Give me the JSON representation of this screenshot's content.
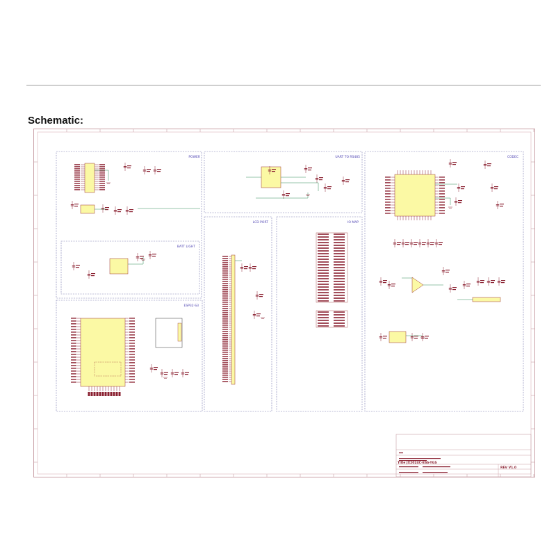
{
  "heading": "Schematic:",
  "blocks": [
    {
      "id": "power",
      "title": "POWER"
    },
    {
      "id": "batt_light",
      "title": "BATT LIGHT"
    },
    {
      "id": "esp32",
      "title": "ESP32-S3"
    },
    {
      "id": "uart",
      "title": "UART TO RS485"
    },
    {
      "id": "lcd_port",
      "title": "LCD PORT"
    },
    {
      "id": "io_map",
      "title": "IO MAP"
    },
    {
      "id": "codec",
      "title": "CODEC"
    }
  ],
  "title_block": {
    "title": "Title  JX2024C-ESS-YGS",
    "rev": "REV  V1.0"
  },
  "colors": {
    "frame": "#c9a0a6",
    "ic_fill": "#fbf9a4",
    "ic_stroke": "#9a3030",
    "wire": "#2e8b57",
    "net": "#8a2030",
    "block_border": "#7a7ab0"
  }
}
